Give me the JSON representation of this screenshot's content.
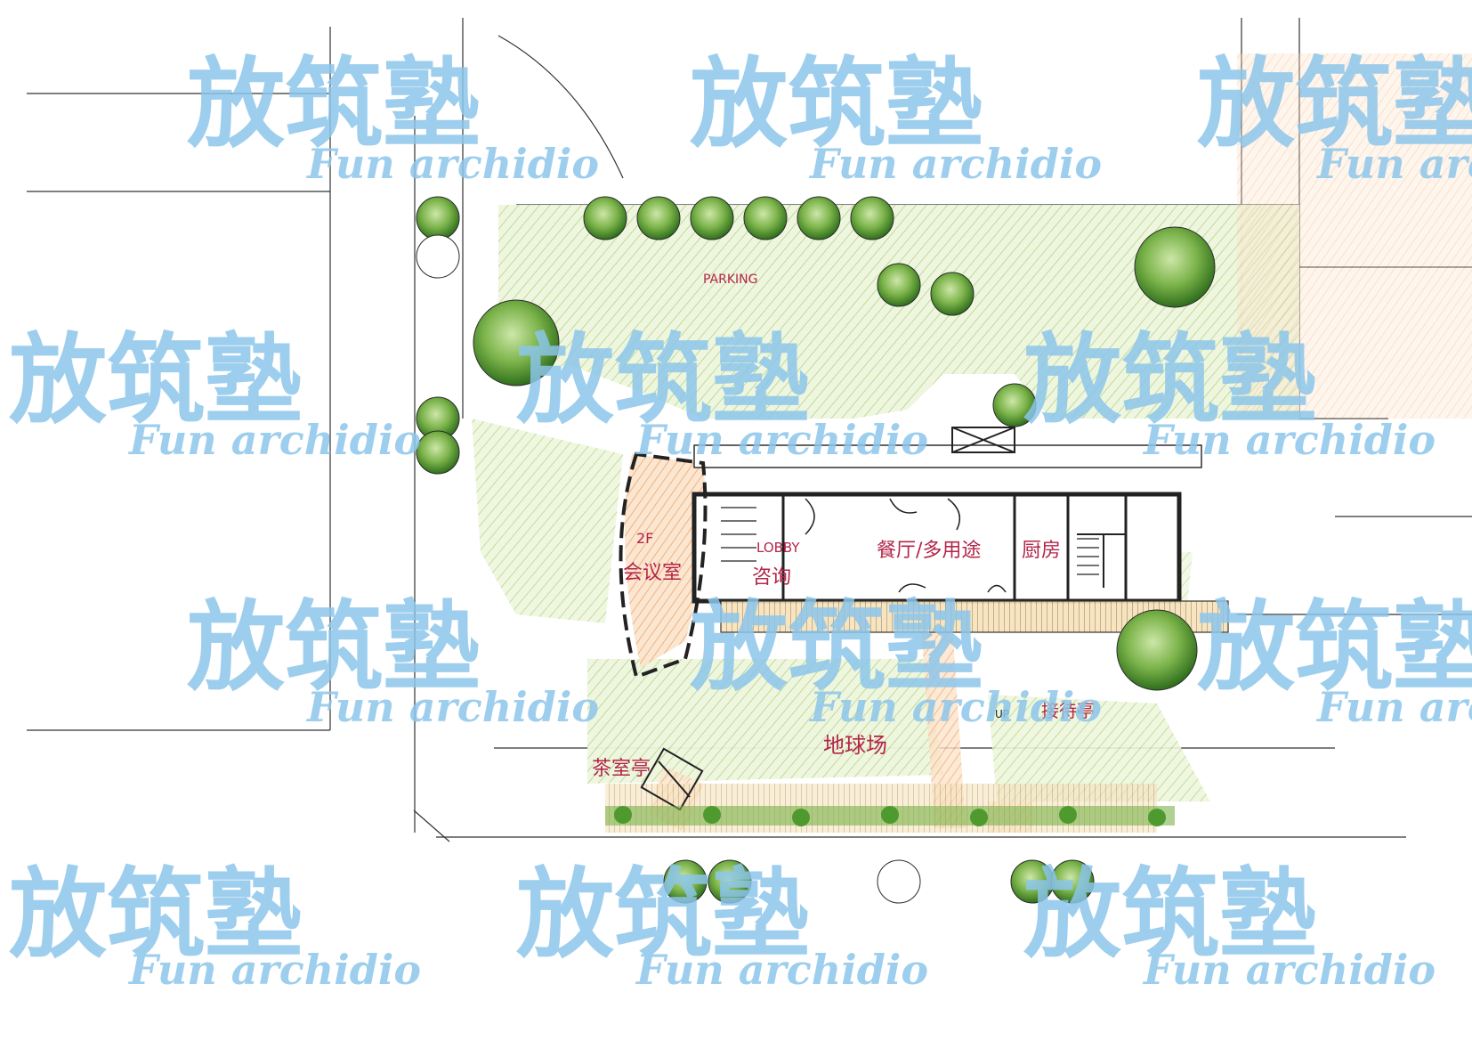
{
  "plan": {
    "labels": {
      "parking": "PARKING",
      "meeting_floor": "2F",
      "meeting_room": "会议室",
      "lobby": "LOBBY",
      "consult": "咨询",
      "dining": "餐厅/多用途",
      "kitchen": "厨房",
      "up": "UP",
      "court": "地球场",
      "pavilion": "茶室亭",
      "kiosk": "接待亭"
    }
  },
  "watermark": {
    "cn": "放筑塾",
    "en": "Fun archidio"
  },
  "colors": {
    "ink": "#2b2b2b",
    "tree_green": "#4f9a2e",
    "tree_light": "#8cc152",
    "lawn": "#dcebc0",
    "orange": "#f5b98a",
    "red_ink": "#b3264a",
    "watermark_blue": "#8cc6ea"
  }
}
